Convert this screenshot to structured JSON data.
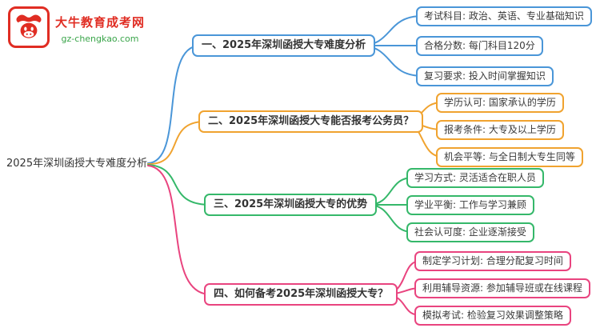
{
  "logo": {
    "site_name": "大牛教育成考网",
    "site_url": "gz-chengkao.com",
    "icon": "bull-icon",
    "brand_color": "#e02d23",
    "url_color": "#3aa54a"
  },
  "root": {
    "label": "2025年深圳函授大专难度分析"
  },
  "branches": [
    {
      "label": "一、2025年深圳函授大专难度分析",
      "color": "#4a96d8",
      "children": [
        {
          "text": "考试科目: 政治、英语、专业基础知识"
        },
        {
          "text": "合格分数: 每门科目120分"
        },
        {
          "text": "复习要求: 投入时间掌握知识"
        }
      ]
    },
    {
      "label": "二、2025年深圳函授大专能否报考公务员？",
      "color": "#f0a32f",
      "children": [
        {
          "text": "学历认可: 国家承认的学历"
        },
        {
          "text": "报考条件: 大专及以上学历"
        },
        {
          "text": "机会平等: 与全日制大专生同等"
        }
      ]
    },
    {
      "label": "三、2025年深圳函授大专的优势",
      "color": "#35b86a",
      "children": [
        {
          "text": "学习方式: 灵活适合在职人员"
        },
        {
          "text": "学业平衡: 工作与学习兼顾"
        },
        {
          "text": "社会认可度: 企业逐渐接受"
        }
      ]
    },
    {
      "label": "四、如何备考2025年深圳函授大专？",
      "color": "#e9447f",
      "children": [
        {
          "text": "制定学习计划: 合理分配复习时间"
        },
        {
          "text": "利用辅导资源: 参加辅导班或在线课程"
        },
        {
          "text": "模拟考试: 检验复习效果调整策略"
        }
      ]
    }
  ]
}
